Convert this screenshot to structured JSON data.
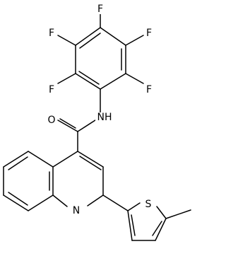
{
  "molecule": {
    "atom_labels": {
      "f_top": "F",
      "f_upper_left": "F",
      "f_upper_right": "F",
      "f_lower_left": "F",
      "f_lower_right": "F",
      "o_carbonyl": "O",
      "nh_amide": "NH",
      "n_quinoline": "N",
      "s_thiophene": "S"
    }
  }
}
